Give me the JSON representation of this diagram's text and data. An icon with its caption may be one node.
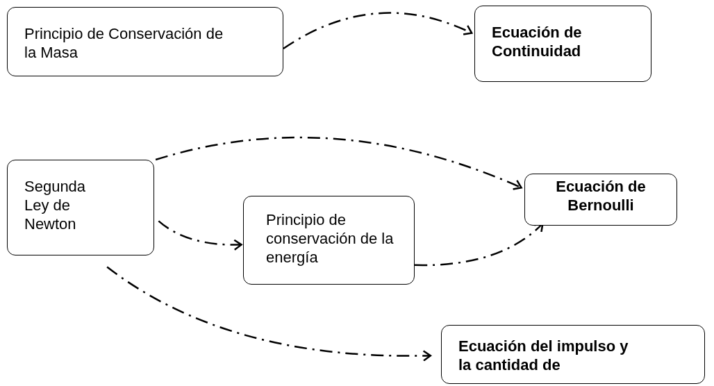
{
  "diagram": {
    "nodes": [
      {
        "text": [
          "Principio de Conservación de la Masa"
        ]
      },
      {
        "text": [
          "Ecuación de Continuidad"
        ]
      },
      {
        "text": [
          "Segunda Ley de Newton"
        ]
      },
      {
        "text": [
          "Principio de conservación de la energía"
        ]
      },
      {
        "text": [
          "Ecuación de Bernoulli"
        ]
      },
      {
        "text": [
          "Ecuación del impulso y la cantidad de"
        ]
      }
    ],
    "edges": [
      {
        "from": 0,
        "to": 1,
        "arrow": "to",
        "style": "dashed"
      },
      {
        "from": 2,
        "to": 4,
        "arrow": "to",
        "style": "dashed"
      },
      {
        "from": 2,
        "to": 3,
        "arrow": "to",
        "style": "dashed"
      },
      {
        "from": 3,
        "to": 4,
        "arrow": "to",
        "style": "dashed"
      },
      {
        "from": 2,
        "to": 5,
        "arrow": "to",
        "style": "dashed"
      }
    ]
  }
}
